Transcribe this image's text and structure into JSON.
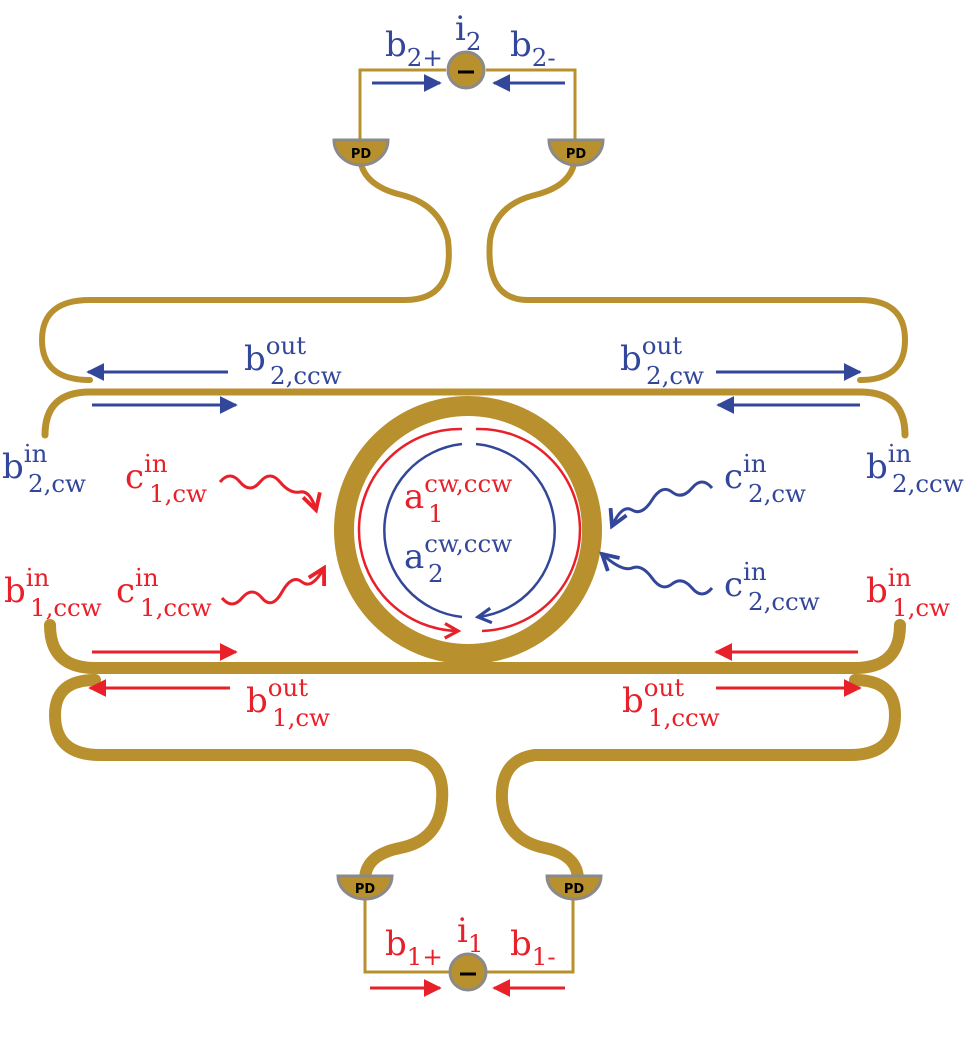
{
  "colors": {
    "waveguide": "#b8902e",
    "red": "#e8202a",
    "blue": "#33479a",
    "circle_fill": "#8a8a8a"
  },
  "detectors": {
    "top_left": "PD",
    "top_right": "PD",
    "bottom_left": "PD",
    "bottom_right": "PD"
  },
  "labels": {
    "i2": {
      "base": "i",
      "sub": "2"
    },
    "i1": {
      "base": "i",
      "sub": "1"
    },
    "b2p": {
      "base": "b",
      "sub": "2+"
    },
    "b2m": {
      "base": "b",
      "sub": "2-"
    },
    "b1p": {
      "base": "b",
      "sub": "1+"
    },
    "b1m": {
      "base": "b",
      "sub": "1-"
    },
    "b2ccw_out": {
      "base": "b",
      "sup": "out",
      "sub": "2,ccw"
    },
    "b2cw_out": {
      "base": "b",
      "sup": "out",
      "sub": "2,cw"
    },
    "b2cw_in": {
      "base": "b",
      "sup": "in",
      "sub": "2,cw"
    },
    "b2ccw_in": {
      "base": "b",
      "sup": "in",
      "sub": "2,ccw"
    },
    "c1cw_in": {
      "base": "c",
      "sup": "in",
      "sub": "1,cw"
    },
    "c1ccw_in": {
      "base": "c",
      "sup": "in",
      "sub": "1,ccw"
    },
    "c2cw_in": {
      "base": "c",
      "sup": "in",
      "sub": "2,cw"
    },
    "c2ccw_in": {
      "base": "c",
      "sup": "in",
      "sub": "2,ccw"
    },
    "b1ccw_in": {
      "base": "b",
      "sup": "in",
      "sub": "1,ccw"
    },
    "b1cw_in": {
      "base": "b",
      "sup": "in",
      "sub": "1,cw"
    },
    "b1cw_out": {
      "base": "b",
      "sup": "out",
      "sub": "1,cw"
    },
    "b1ccw_out": {
      "base": "b",
      "sup": "out",
      "sub": "1,ccw"
    },
    "a1": {
      "base": "a",
      "sup": "cw,ccw",
      "sub": "1"
    },
    "a2": {
      "base": "a",
      "sup": "cw,ccw",
      "sub": "2"
    }
  }
}
